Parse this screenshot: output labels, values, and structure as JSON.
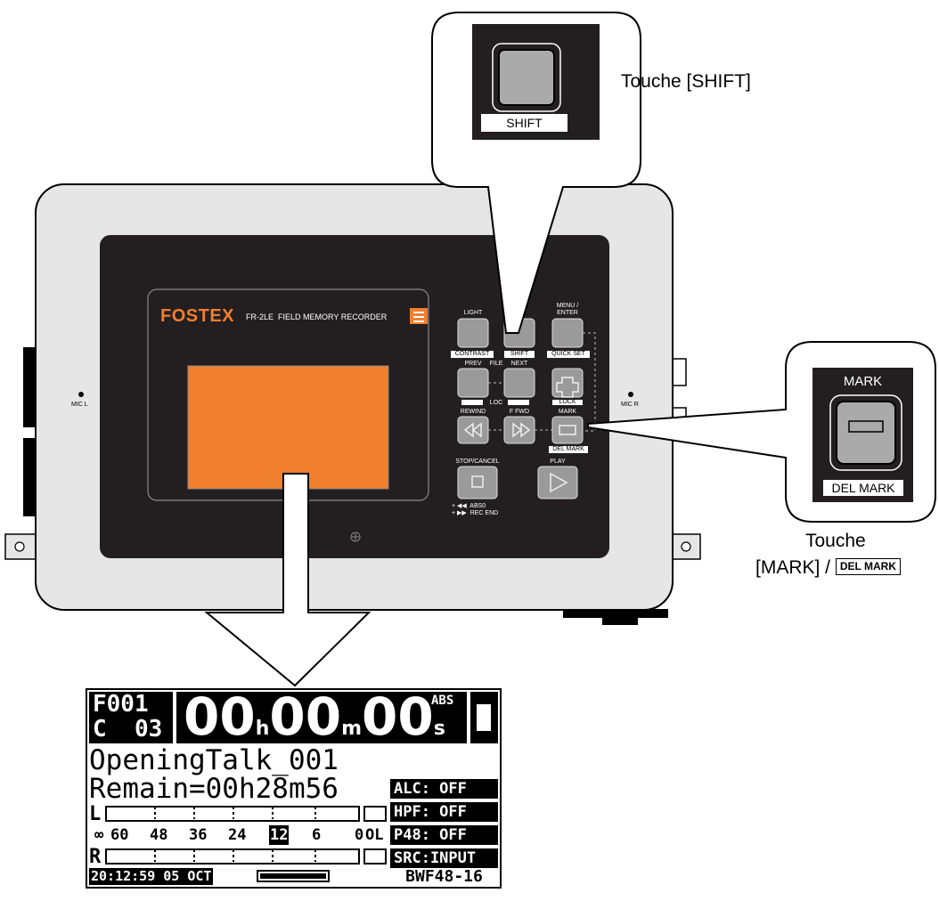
{
  "shift_callout": {
    "key_label": "SHIFT",
    "caption": "Touche [SHIFT]"
  },
  "mark_callout": {
    "top_label": "MARK",
    "bottom_label": "DEL MARK",
    "caption_line1": "Touche",
    "caption_line2_prefix": "[MARK] / ",
    "caption_boxed": "DEL MARK"
  },
  "device": {
    "brand": "FOSTEX",
    "model_text": "FR-2LE  FIELD MEMORY RECORDER",
    "mic_left": "MIC L",
    "mic_right": "MIC R",
    "buttons": {
      "light": "LIGHT",
      "contrast": "CONTRAST",
      "shift": "SHIFT",
      "menu": "MENU /",
      "enter": "ENTER",
      "quick_set": "QUICK SET",
      "prev": "PREV",
      "file": "FILE",
      "next": "NEXT",
      "loc": "LOC",
      "lock": "LOCK",
      "rewind": "REWIND",
      "ffwd": "F FWD",
      "mark": "MARK",
      "del_mark": "DEL MARK",
      "stop": "STOP/CANCEL",
      "play": "PLAY",
      "abs0": "+ ◀◀  ABS0",
      "rec_end": "+ ▶▶  REC END"
    }
  },
  "lcd": {
    "file_num": "F001",
    "cue_num": "C  03",
    "time": {
      "h": "00",
      "h_unit": "h",
      "m": "00",
      "m_unit": "m",
      "s": "00",
      "s_unit": "s",
      "mode": "ABS"
    },
    "filename": "OpeningTalk_001",
    "remain": "Remain=00h28m56",
    "meter_l": "L",
    "meter_r": "R",
    "scale": [
      "∞",
      "60",
      "48",
      "36",
      "24",
      "12",
      "6",
      "0",
      "OL"
    ],
    "settings": [
      "ALC: OFF",
      "HPF: OFF",
      "P48: OFF",
      "SRC:INPUT"
    ],
    "datetime": "20:12:59 05 OCT",
    "format": "BWF48-16"
  }
}
